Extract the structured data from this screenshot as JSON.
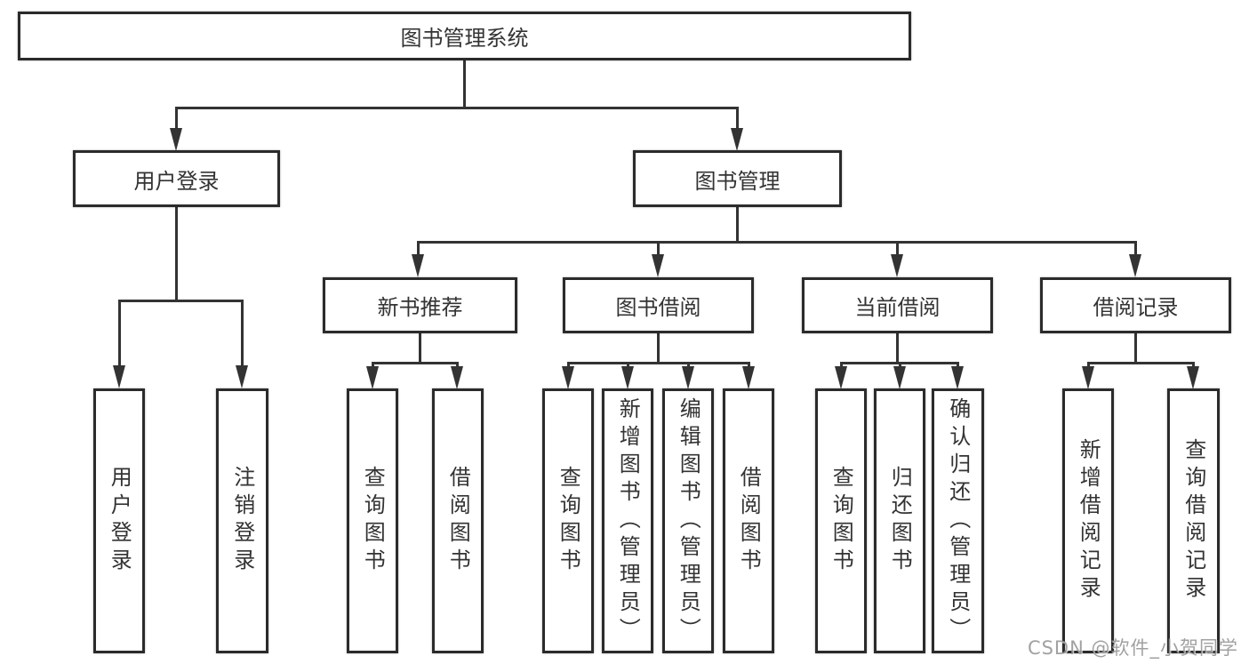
{
  "diagram": {
    "root": {
      "label": "图书管理系统"
    },
    "level2": [
      {
        "label": "用户登录"
      },
      {
        "label": "图书管理"
      }
    ],
    "level3": [
      {
        "label": "新书推荐"
      },
      {
        "label": "图书借阅"
      },
      {
        "label": "当前借阅"
      },
      {
        "label": "借阅记录"
      }
    ],
    "leaves": {
      "user_login": [
        "用户登录",
        "注销登录"
      ],
      "new_book": [
        "查询图书",
        "借阅图书"
      ],
      "borrow": [
        "查询图书",
        "新增图书（管理员）",
        "编辑图书（管理员）",
        "借阅图书"
      ],
      "current": [
        "查询图书",
        "归还图书",
        "确认归还（管理员）"
      ],
      "records": [
        "新增借阅记录",
        "查询借阅记录"
      ]
    }
  },
  "watermark": {
    "text": "CSDN @软件_小贺同学"
  },
  "colors": {
    "line": "#333333",
    "box_border": "#2b2b2b",
    "text": "#333333",
    "watermark": "#919191",
    "background": "#ffffff"
  }
}
